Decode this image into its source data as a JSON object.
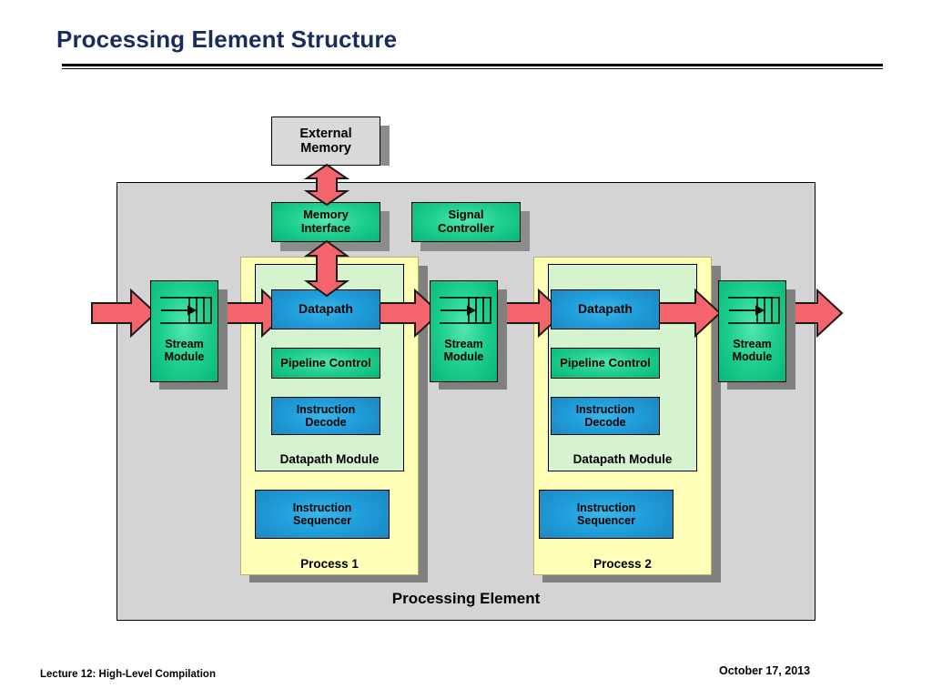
{
  "slide": {
    "title": "Processing Element Structure",
    "footer_left": "Lecture 12: High-Level Compilation",
    "footer_right": "October 17, 2013"
  },
  "colors": {
    "title": "#1a2b5e",
    "arrow_fill": "#f4656b",
    "arrow_stroke": "#1a1a1a",
    "green_box": "#20cf8e",
    "blue_box": "#1f9ddb",
    "gray_box": "#d9d9d9",
    "pe_container": "#d4d4d4",
    "process_container": "#ffffb8",
    "datapath_module_container": "#d5f3cf",
    "shadow": "#808080"
  },
  "diagram": {
    "external_memory": {
      "label": "External\nMemory",
      "line1": "External",
      "line2": "Memory"
    },
    "memory_interface": {
      "line1": "Memory",
      "line2": "Interface"
    },
    "signal_controller": {
      "line1": "Signal",
      "line2": "Controller"
    },
    "processing_element_label": "Processing Element",
    "stream_modules": [
      {
        "line1": "Stream",
        "line2": "Module",
        "icon": "fifo-queue-icon"
      },
      {
        "line1": "Stream",
        "line2": "Module",
        "icon": "fifo-queue-icon"
      },
      {
        "line1": "Stream",
        "line2": "Module",
        "icon": "fifo-queue-icon"
      }
    ],
    "processes": [
      {
        "label": "Process 1",
        "datapath_module_label": "Datapath Module",
        "datapath": "Datapath",
        "pipeline_control": "Pipeline Control",
        "instruction_decode_l1": "Instruction",
        "instruction_decode_l2": "Decode",
        "instruction_sequencer_l1": "Instruction",
        "instruction_sequencer_l2": "Sequencer"
      },
      {
        "label": "Process 2",
        "datapath_module_label": "Datapath Module",
        "datapath": "Datapath",
        "pipeline_control": "Pipeline Control",
        "instruction_decode_l1": "Instruction",
        "instruction_decode_l2": "Decode",
        "instruction_sequencer_l1": "Instruction",
        "instruction_sequencer_l2": "Sequencer"
      }
    ],
    "arrows": [
      {
        "name": "stream-in-arrow",
        "direction": "right"
      },
      {
        "name": "stream-to-datapath1-arrow",
        "direction": "right"
      },
      {
        "name": "datapath1-to-stream2-arrow",
        "direction": "right"
      },
      {
        "name": "stream2-to-datapath2-arrow",
        "direction": "right"
      },
      {
        "name": "datapath2-to-stream3-arrow",
        "direction": "right"
      },
      {
        "name": "stream-out-arrow",
        "direction": "right"
      },
      {
        "name": "external-memory-arrow",
        "direction": "up-down"
      },
      {
        "name": "memory-interface-to-datapath-arrow",
        "direction": "up-down"
      }
    ]
  }
}
